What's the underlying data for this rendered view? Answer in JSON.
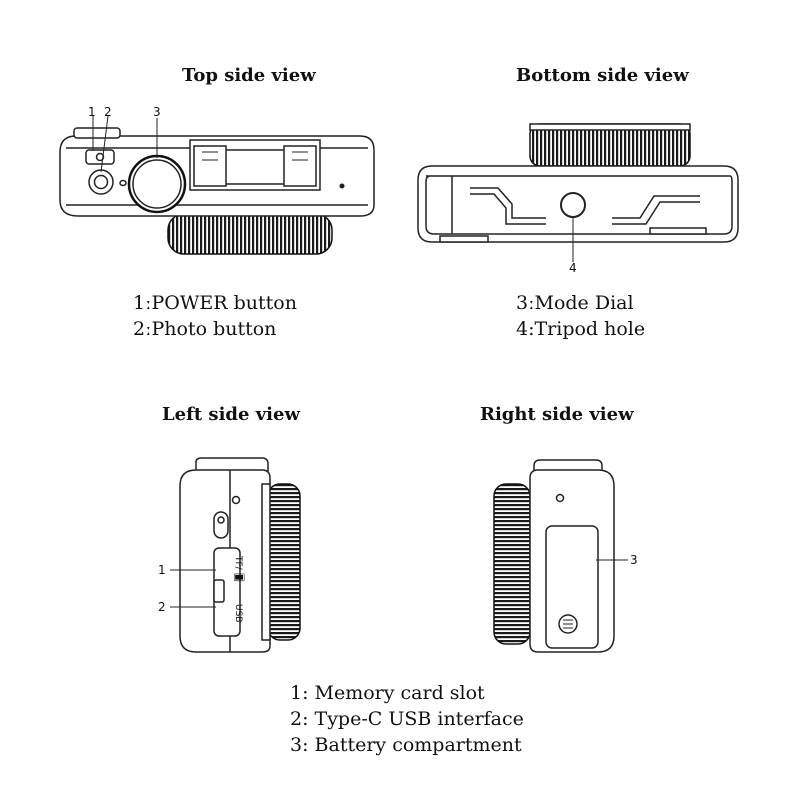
{
  "views": {
    "top": {
      "title": "Top side view",
      "callouts": [
        "1",
        "2",
        "3"
      ],
      "legend": [
        "1ːPOWER button",
        "2ːPhoto button"
      ]
    },
    "bottom": {
      "title": "Bottom side view",
      "callouts": [
        "4"
      ],
      "legend": [
        "3ːMode Dial",
        "4:Tripod hole"
      ]
    },
    "left": {
      "title": "Left side view",
      "callouts": [
        "1",
        "2"
      ],
      "port_labels": [
        "TF/ 🂠",
        "USB"
      ]
    },
    "right": {
      "title": "Right side view",
      "callouts": [
        "3"
      ]
    }
  },
  "side_legend": [
    "1: Memory card slot",
    "2: Type-C USB interface",
    "3: Battery compartment"
  ],
  "colors": {
    "line": "#222222",
    "fill": "#ffffff",
    "ring": "#1a1a1a"
  }
}
